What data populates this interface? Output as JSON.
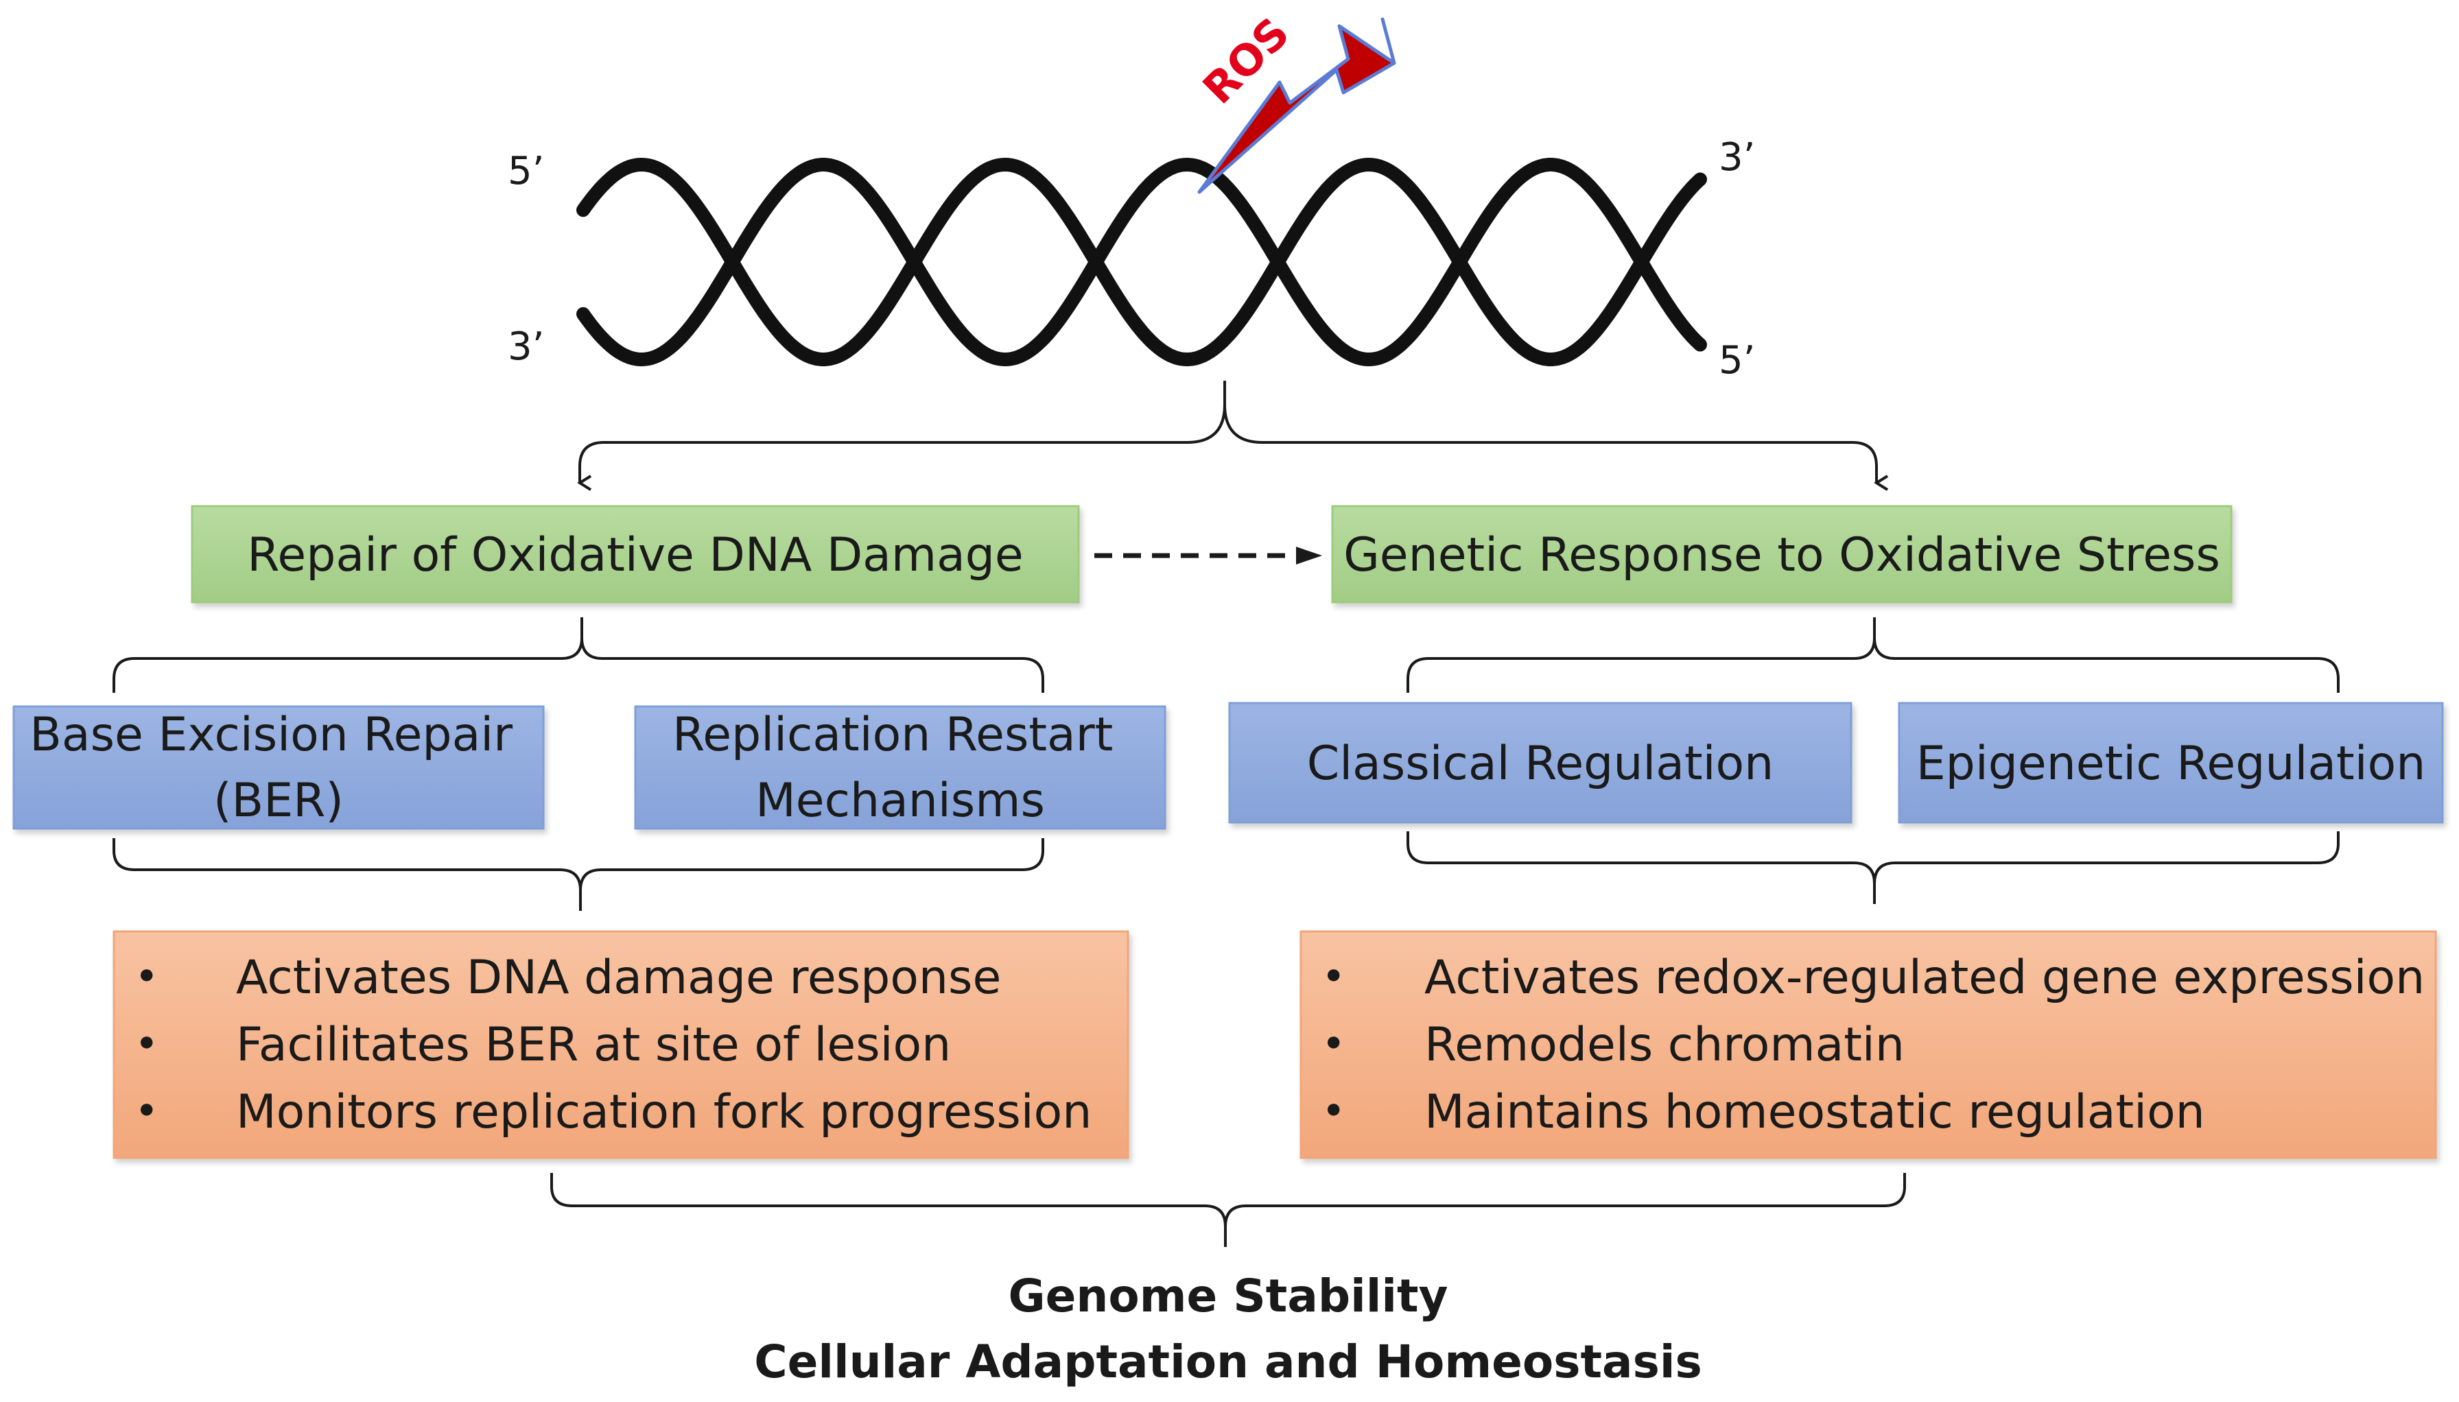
{
  "dna": {
    "top_left": "5’",
    "bottom_left": "3’",
    "top_right": "3’",
    "bottom_right": "5’",
    "damage_label": "ROS",
    "damage_color": "#c00000"
  },
  "pathways": {
    "repair": {
      "title": "Repair of Oxidative DNA Damage",
      "sub": [
        {
          "lines": [
            "Base Excision Repair",
            "(BER)"
          ]
        },
        {
          "lines": [
            "Replication Restart",
            "Mechanisms"
          ]
        }
      ],
      "outcomes": [
        "Activates DNA damage response",
        "Facilitates BER at site of lesion",
        "Monitors replication fork progression"
      ]
    },
    "genetic": {
      "title": "Genetic Response to Oxidative Stress",
      "sub": [
        {
          "lines": [
            "Classical Regulation"
          ]
        },
        {
          "lines": [
            "Epigenetic Regulation"
          ]
        }
      ],
      "outcomes": [
        "Activates redox-regulated gene expression",
        "Remodels chromatin",
        "Maintains homeostatic regulation"
      ]
    }
  },
  "bullet_char": "•",
  "final": {
    "line1": "Genome Stability",
    "line2": "Cellular Adaptation and Homeostasis"
  },
  "colors": {
    "green_box": "#a9d18e",
    "blue_box": "#8faadc",
    "orange_box": "#f4b183",
    "line": "#1a1a1a"
  }
}
